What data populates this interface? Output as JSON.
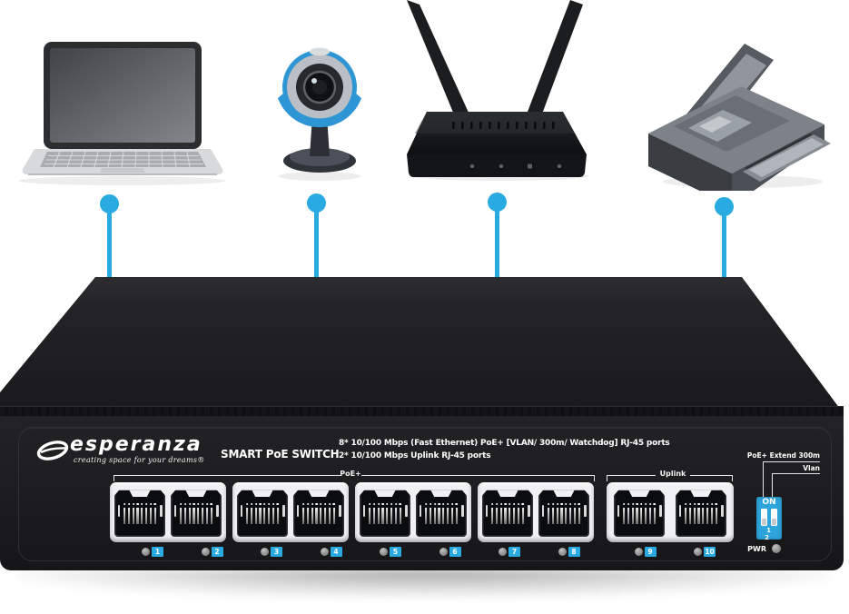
{
  "colors": {
    "accent": "#29ABE2",
    "switch_body": "#1E1E20",
    "background": "#FFFFFF"
  },
  "devices": [
    {
      "id": "laptop"
    },
    {
      "id": "webcam"
    },
    {
      "id": "wireless-router"
    },
    {
      "id": "printer"
    }
  ],
  "switch": {
    "brand": "esperanza",
    "brand_tagline": "creating space for your dreams®",
    "title": "SMART PoE SWITCH",
    "spec_line1": "8* 10/100 Mbps (Fast Ethernet) PoE+ [VLAN/ 300m/ Watchdog] RJ-45 ports",
    "spec_line2": "2* 10/100 Mbps Uplink RJ-45 ports",
    "port_groups": [
      {
        "label": "PoE+",
        "port_numbers": [
          "1",
          "2",
          "3",
          "4",
          "5",
          "6",
          "7",
          "8"
        ]
      },
      {
        "label": "Uplink",
        "port_numbers": [
          "9",
          "10"
        ]
      }
    ],
    "dip_switch": {
      "label_top": "PoE+ Extend 300m",
      "label_bottom": "Vlan",
      "on_label": "ON",
      "position_labels": "1 2"
    },
    "pwr_label": "PWR"
  }
}
